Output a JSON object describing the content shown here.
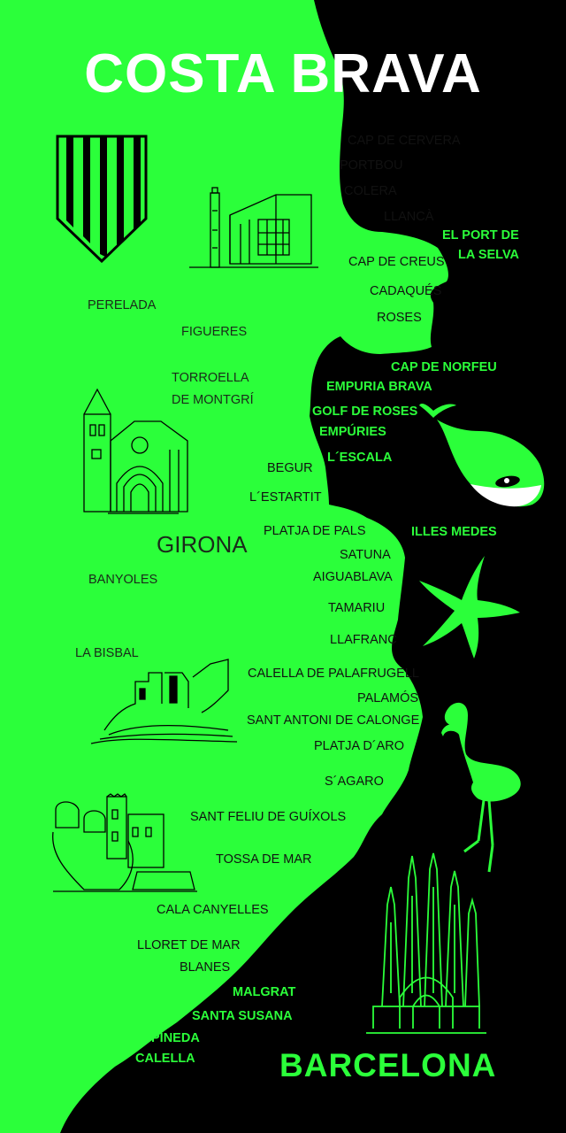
{
  "map": {
    "title": "COSTA BRAVA",
    "colors": {
      "land": "#2bff3a",
      "sea": "#000000",
      "title": "#ffffff",
      "sea_labels": "#2bff3a"
    },
    "main_city": "GIRONA",
    "featured_city": "BARCELONA",
    "coastal_places": [
      "CAP DE CERVERA",
      "PORTBOU",
      "COLERA",
      "LLANCÀ",
      "CAP DE CREUS",
      "CADAQUÉS",
      "ROSES",
      "BEGUR",
      "L´ESTARTIT",
      "PLATJA DE PALS",
      "SATUNA",
      "AIGUABLAVA",
      "TAMARIU",
      "LLAFRANC",
      "CALELLA DE PALAFRUGELL",
      "PALAMÓS",
      "SANT ANTONI DE CALONGE",
      "PLATJA D´ARO",
      "S´AGARO",
      "SANT FELIU DE GUÍXOLS",
      "TOSSA DE MAR",
      "CALA CANYELLES",
      "LLORET DE MAR",
      "BLANES"
    ],
    "inland_places": [
      "PERELADA",
      "FIGUERES",
      "TORROELLA",
      "DE MONTGRÍ",
      "BANYOLES",
      "LA BISBAL"
    ],
    "sea_places": [
      "EL PORT DE",
      "LA SELVA",
      "CAP DE NORFEU",
      "EMPURIA BRAVA",
      "GOLF DE ROSES",
      "EMPÚRIES",
      "L´ESCALA",
      "ILLES MEDES",
      "MALGRAT",
      "SANTA SUSANA",
      "PINEDA",
      "CALELLA"
    ],
    "icons": [
      "catalan-shield-icon",
      "dali-museum-icon",
      "girona-cathedral-icon",
      "castle-ruins-icon",
      "park-guell-icon",
      "whale-icon",
      "starfish-icon",
      "flamingo-icon",
      "sagrada-familia-icon"
    ]
  }
}
